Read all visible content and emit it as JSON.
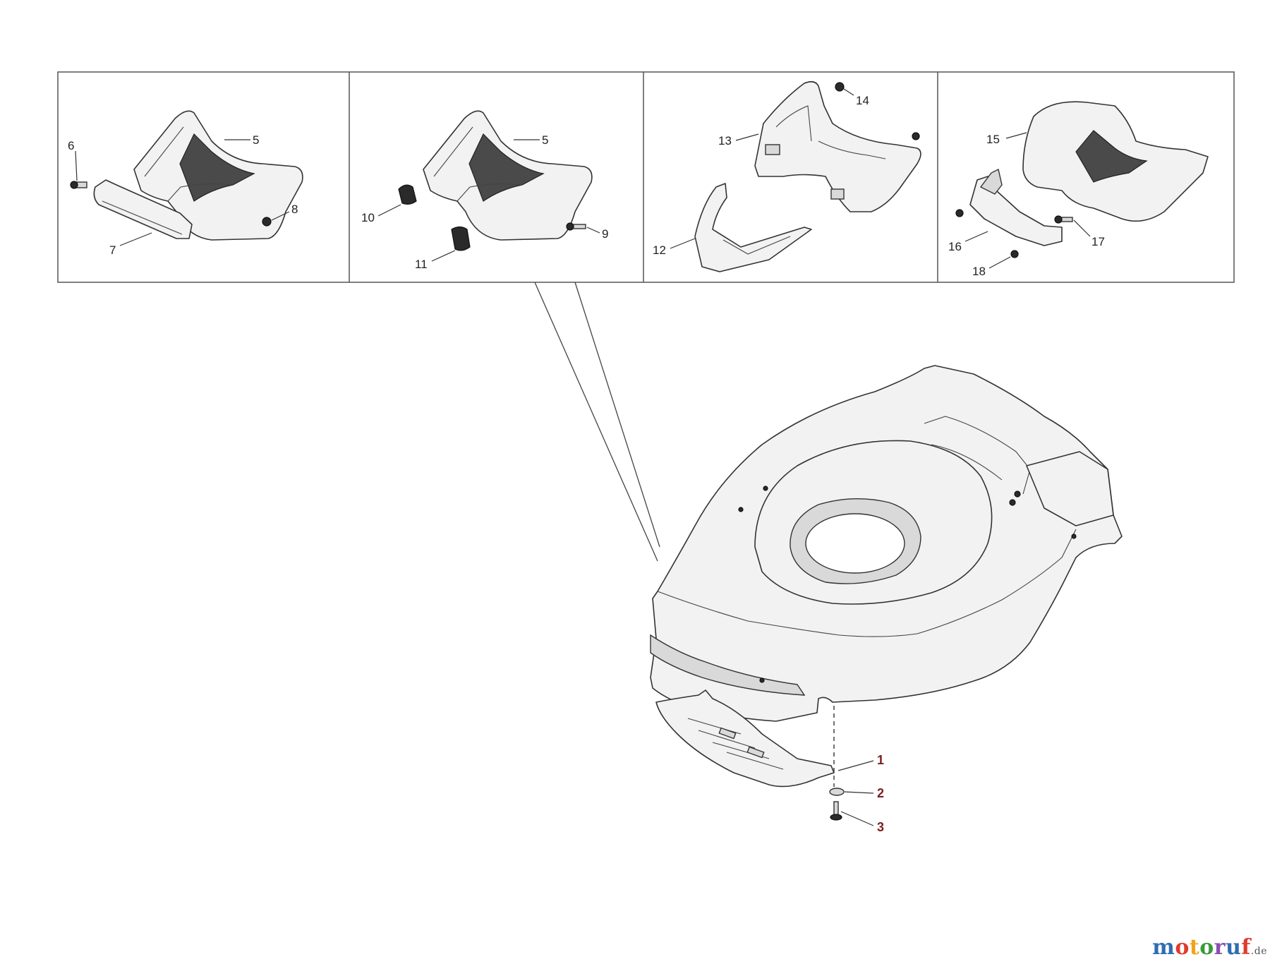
{
  "diagram": {
    "panels": [
      {
        "id": "panel-1",
        "labels": [
          "5",
          "6",
          "7",
          "8"
        ]
      },
      {
        "id": "panel-2",
        "labels": [
          "5",
          "9",
          "10",
          "11"
        ]
      },
      {
        "id": "panel-3",
        "labels": [
          "12",
          "13",
          "14"
        ]
      },
      {
        "id": "panel-4",
        "labels": [
          "15",
          "16",
          "17",
          "18"
        ]
      }
    ],
    "main_labels": [
      "1",
      "2",
      "3"
    ]
  },
  "labels": {
    "p1_5": "5",
    "p1_6": "6",
    "p1_7": "7",
    "p1_8": "8",
    "p2_5": "5",
    "p2_9": "9",
    "p2_10": "10",
    "p2_11": "11",
    "p3_12": "12",
    "p3_13": "13",
    "p3_14": "14",
    "p4_15": "15",
    "p4_16": "16",
    "p4_17": "17",
    "p4_18": "18",
    "m_1": "1",
    "m_2": "2",
    "m_3": "3"
  },
  "watermark": {
    "letters": [
      "m",
      "o",
      "t",
      "o",
      "r",
      "u",
      "f"
    ],
    "colors": [
      "#2e6db4",
      "#e03b2b",
      "#f2a21b",
      "#3a9a3a",
      "#8a4fb3",
      "#2e6db4",
      "#e03b2b"
    ],
    "suffix": ".de"
  }
}
